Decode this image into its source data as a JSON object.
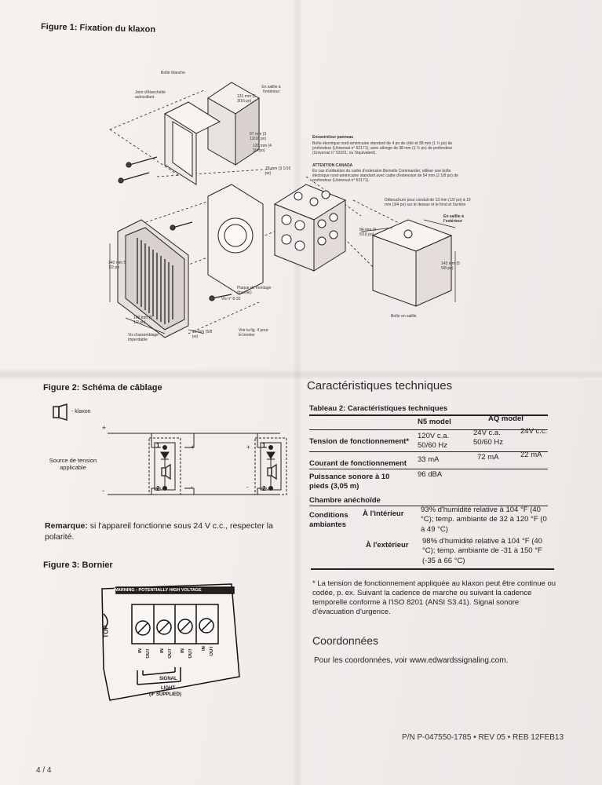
{
  "figure1": {
    "title": "Figure 1: Fixation du klaxon",
    "labels": {
      "boite_etanche": "Boîte étanche",
      "joint": "Joint d'étanchéité autocollant",
      "en_saillie": "En saillie à l'extérieur",
      "dim_131": "131 mm (5 3/16 po)",
      "dim_97": "97 mm (3 13/16 po)",
      "dim_120": "120 mm (4 3/4 po)",
      "dim_78": "78 mm (3 1/16 po)",
      "dim_140_h": "140 mm 5 1/2 po",
      "dim_140_w": "140 mm (5 1/2 po)",
      "dim_16": "16 mm (5/8 po)",
      "dim_84": "84 mm (3 5/16 po)",
      "dim_143": "143 mm (5 5/8 po)",
      "vis_8_32": "Vis n° 8-32",
      "plaque": "Plaque de montage (fournie)",
      "voir_fig": "Voir la fig. 4 pour le bornier",
      "vis_assemblage": "Vis d'assemblage imperdable",
      "boite_saillie": "Boîte en saillie",
      "encastre_heading": "Encastré/sur panneau",
      "encastre_text": "Boîte électrique nord-américaine standard de 4 po de côté et 38 mm (1 ½ po) de profondeur (Universal n° 52171); avec allonge de 38 mm (1 ½ po) de profondeur (Universal n° 53151; ou l'équivalent).",
      "attention": "ATTENTION CANADA",
      "attention_text": "En cas d'utilisation du cadre d'extension Bernelle Commander, utiliser une boîte électrique nord-américaine standard avec cadre d'extension de 54 mm (2 1/8 po) de profondeur (Universal n° 53171).",
      "debouchure": "Débouchure pour conduit de 13 mm (1/2 po) à 19 mm (3/4 po) sur le dessus et le fond et l'arrière",
      "en_saillie_ext": "En saillie à l'extérieur"
    }
  },
  "figure2": {
    "title": "Figure 2: Schéma de câblage",
    "klaxon_label": "- klaxon",
    "source_label": "Source de tension applicable",
    "plus": "+",
    "minus": "-",
    "term1": "1",
    "term2": "2",
    "remark_bold": "Remarque:",
    "remark_text": " si l'appareil fonctionne sous 24 V c.c., respecter la polarité."
  },
  "figure3": {
    "title": "Figure 3: Bornier",
    "header": "WARNING - POTENTIALLY HIGH VOLTAGE",
    "top": "TOP",
    "in": "IN",
    "out": "OUT",
    "signal": "SIGNAL",
    "light": "LIGHT",
    "if_supplied": "(IF SUPPLIED)"
  },
  "specs": {
    "heading": "Caractéristiques techniques",
    "table_title": "Tableau 2: Caractéristiques techniques",
    "col_n5": "N5 model",
    "col_aq": "AQ model",
    "rows": {
      "tension_label": "Tension de fonctionnement*",
      "tension_n5": "120V c.a. 50/60 Hz",
      "tension_aq1": "24V c.a. 50/60 Hz",
      "tension_aq2": "24V c.c.",
      "courant_label": "Courant de fonctionnement",
      "courant_n5": "33 mA",
      "courant_aq1": "72 mA",
      "courant_aq2": "22 mA",
      "puissance_label": "Puissance sonore à 10 pieds (3,05 m)",
      "puissance_n5": "96 dBA",
      "chambre_label": "Chambre anéchoïde",
      "conditions_label": "Conditions ambiantes",
      "interieur_label": "À l'intérieur",
      "interieur_text": "93% d'humidité relative à 104 °F (40 °C); temp. ambiante de 32 à 120 °F (0 à 49 °C)",
      "exterieur_label": "À l'extérieur",
      "exterieur_text": "98% d'humidité relative à 104 °F (40 °C); temp. ambiante de -31 à 150 °F (-35 à 66 °C)"
    },
    "footnote": "* La tension de fonctionnement appliquée au klaxon peut être continue ou codée, p. ex. Suivant la cadence de marche ou suivant la cadence temporelle conforme à l'ISO 8201 (ANSI S3.41). Signal sonore d'évacuation d'urgence."
  },
  "contact": {
    "heading": "Coordonnées",
    "text": "Pour les coordonnées, voir www.edwardssignaling.com."
  },
  "footer": {
    "part_number": "P/N P-047550-1785 • REV 05 • REB 12FEB13",
    "page": "4 / 4"
  }
}
